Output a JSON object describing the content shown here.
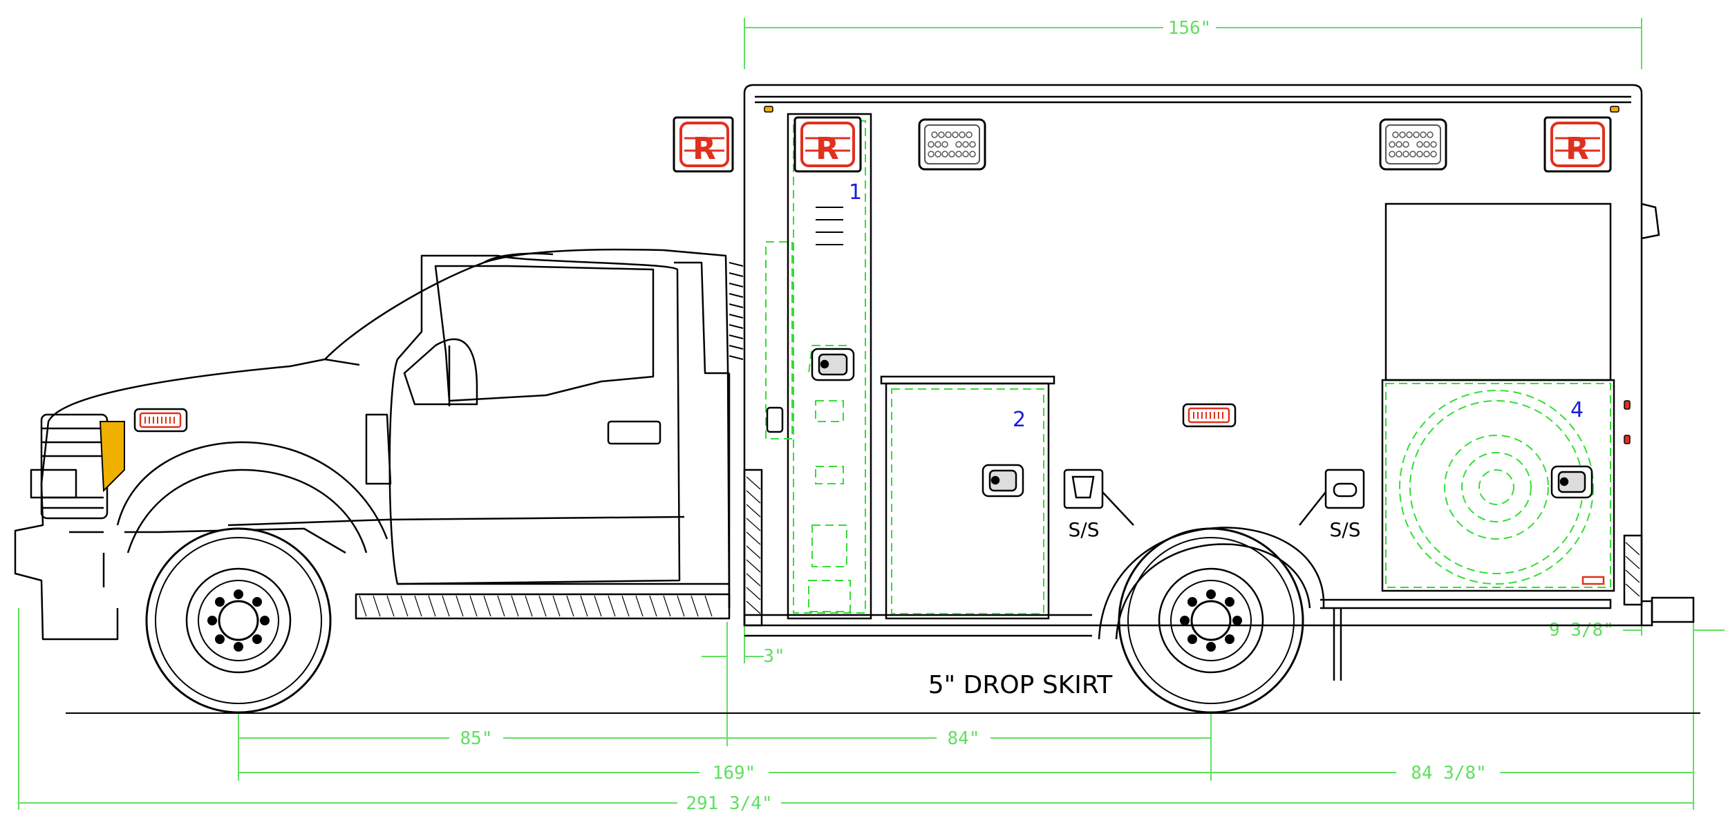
{
  "colors": {
    "line": "#000000",
    "dimension": "#5ee05e",
    "hidden": "#33dd33",
    "light_red": "#e0301e",
    "number": "#1a1adf",
    "amber": "#f0b000"
  },
  "dimensions": {
    "body_length": "156\"",
    "wall_offset": "3\"",
    "rear_offset": "9 3/8\"",
    "front_to_body": "85\"",
    "body_to_rear_axle": "84\"",
    "wheelbase": "169\"",
    "rear_overhang": "84 3/8\"",
    "overall_length": "291 3/4\""
  },
  "labels": {
    "drop_skirt": "5\" DROP SKIRT",
    "ss_left": "S/S",
    "ss_right": "S/S",
    "compartments": [
      "1",
      "2",
      "4"
    ]
  },
  "icons": [
    "r-logo-icon",
    "led-warning-light-icon",
    "marker-light-icon",
    "door-latch-icon",
    "step-icon",
    "wheel-icon",
    "spare-tire-icon"
  ]
}
